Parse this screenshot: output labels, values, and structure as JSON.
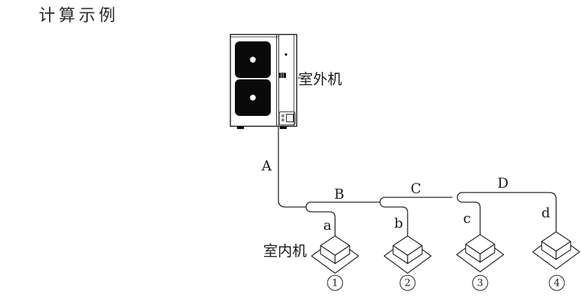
{
  "title": "计算示例",
  "outdoor_unit": {
    "label": "室外机"
  },
  "indoor_unit": {
    "label": "室内机"
  },
  "pipes": {
    "trunk": [
      "A",
      "B",
      "C",
      "D"
    ],
    "branch": [
      "a",
      "b",
      "c",
      "d"
    ]
  },
  "units": [
    {
      "num": "1"
    },
    {
      "num": "2"
    },
    {
      "num": "3"
    },
    {
      "num": "4"
    }
  ],
  "colors": {
    "line": "#1a1a1a",
    "background": "#ffffff"
  }
}
